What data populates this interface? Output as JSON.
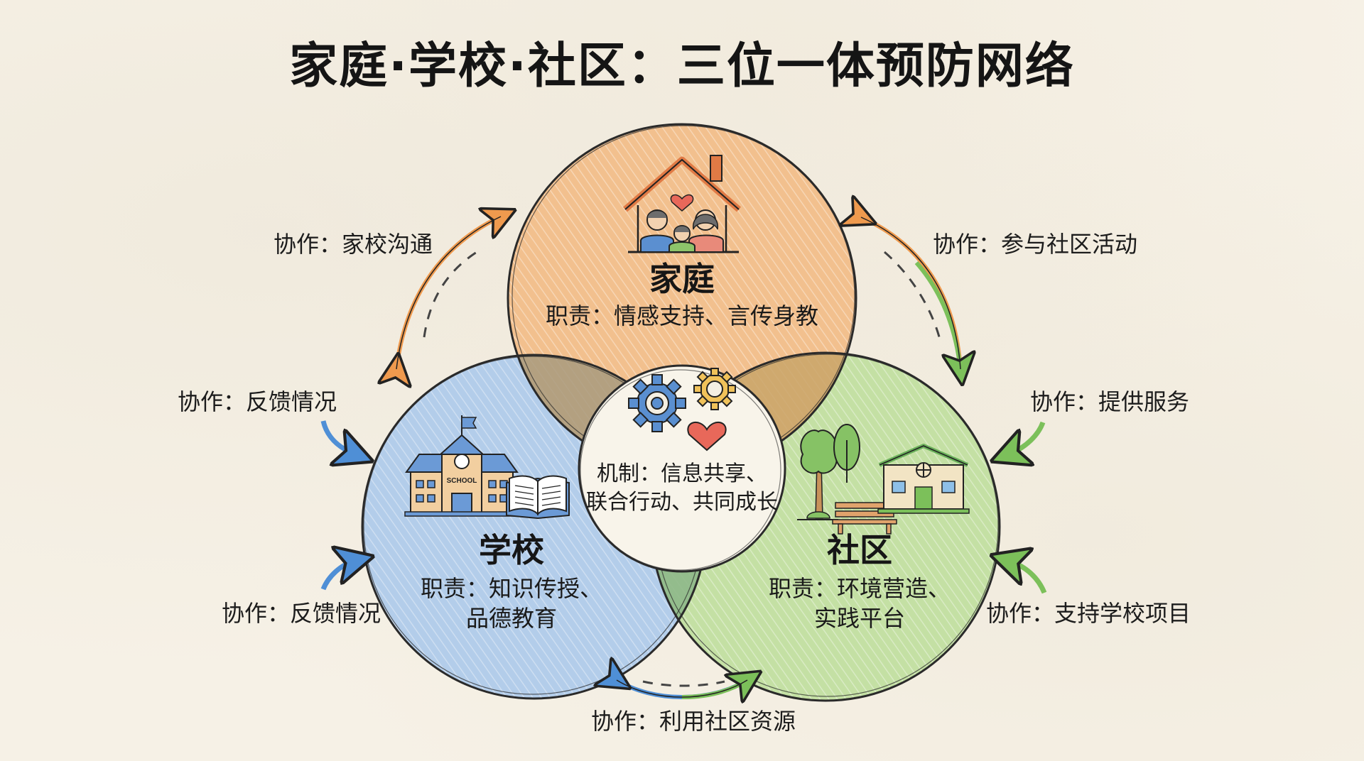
{
  "title": "家庭·学校·社区：三位一体预防网络",
  "colors": {
    "background": "#f6f1e6",
    "family": "#f2c08e",
    "school": "#b3cdea",
    "community": "#c4e0a4",
    "center": "#f8f4ea",
    "outline": "#2a2a2a",
    "arrow_orange": "#ef9a4e",
    "arrow_blue": "#4f8fd6",
    "arrow_green": "#7cc05a"
  },
  "circles": {
    "family": {
      "name": "家庭",
      "duty": "职责：情感支持、言传身教",
      "icon": "family-house-icon"
    },
    "school": {
      "name": "学校",
      "duty_line1": "职责：知识传授、",
      "duty_line2": "品德教育",
      "icon": "school-building-icon",
      "icon_text": "SCHOOL",
      "secondary_icon": "open-book-icon"
    },
    "community": {
      "name": "社区",
      "duty_line1": "职责：环境营造、",
      "duty_line2": "实践平台",
      "icon": "park-community-icon"
    },
    "center": {
      "mechanism_line1": "机制：信息共享、",
      "mechanism_line2": "联合行动、共同成长",
      "icons": [
        "gear-icon",
        "gear-icon",
        "heart-icon"
      ]
    }
  },
  "collaborations": [
    {
      "id": "family-school",
      "label": "协作：家校沟通",
      "arrow": "double-arrow-orange"
    },
    {
      "id": "family-community",
      "label": "协作：参与社区活动",
      "arrow": "double-arrow-orange-green"
    },
    {
      "id": "school-in-top",
      "label": "协作：反馈情况",
      "arrow": "arrow-blue"
    },
    {
      "id": "school-in-bottom",
      "label": "协作：反馈情况",
      "arrow": "arrow-blue"
    },
    {
      "id": "community-in-top",
      "label": "协作：提供服务",
      "arrow": "arrow-green"
    },
    {
      "id": "community-in-bottom",
      "label": "协作：支持学校项目",
      "arrow": "arrow-green"
    },
    {
      "id": "school-community",
      "label": "协作：利用社区资源",
      "arrow": "double-arrow-blue-green"
    }
  ]
}
